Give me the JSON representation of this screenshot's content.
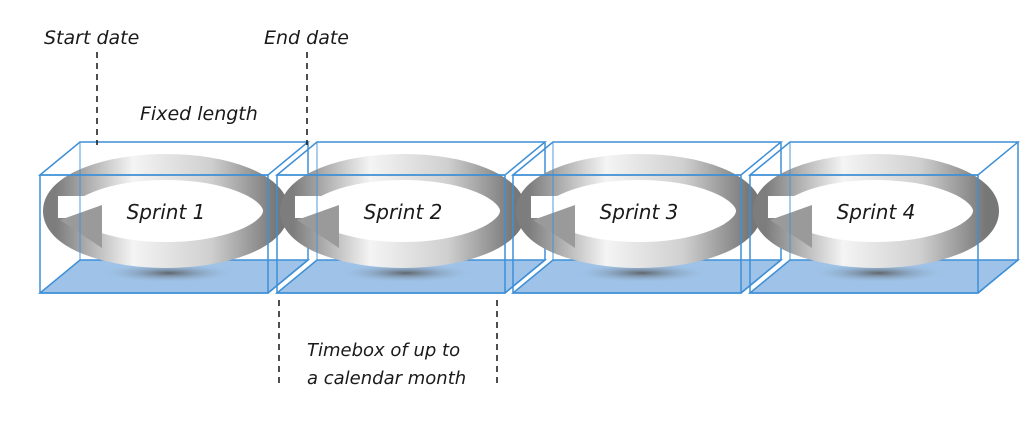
{
  "labels": {
    "start_date": "Start date",
    "end_date": "End date",
    "fixed_length": "Fixed length",
    "timebox_line1": "Timebox of up to",
    "timebox_line2": "a calendar month"
  },
  "sprints": [
    {
      "label": "Sprint 1"
    },
    {
      "label": "Sprint 2"
    },
    {
      "label": "Sprint 3"
    },
    {
      "label": "Sprint 4"
    }
  ],
  "colors": {
    "box_edge": "#3f8fd6",
    "box_floor": "#9fc3e8",
    "arrow_light": "#f2f2f2",
    "arrow_dark": "#8a8a8a"
  }
}
